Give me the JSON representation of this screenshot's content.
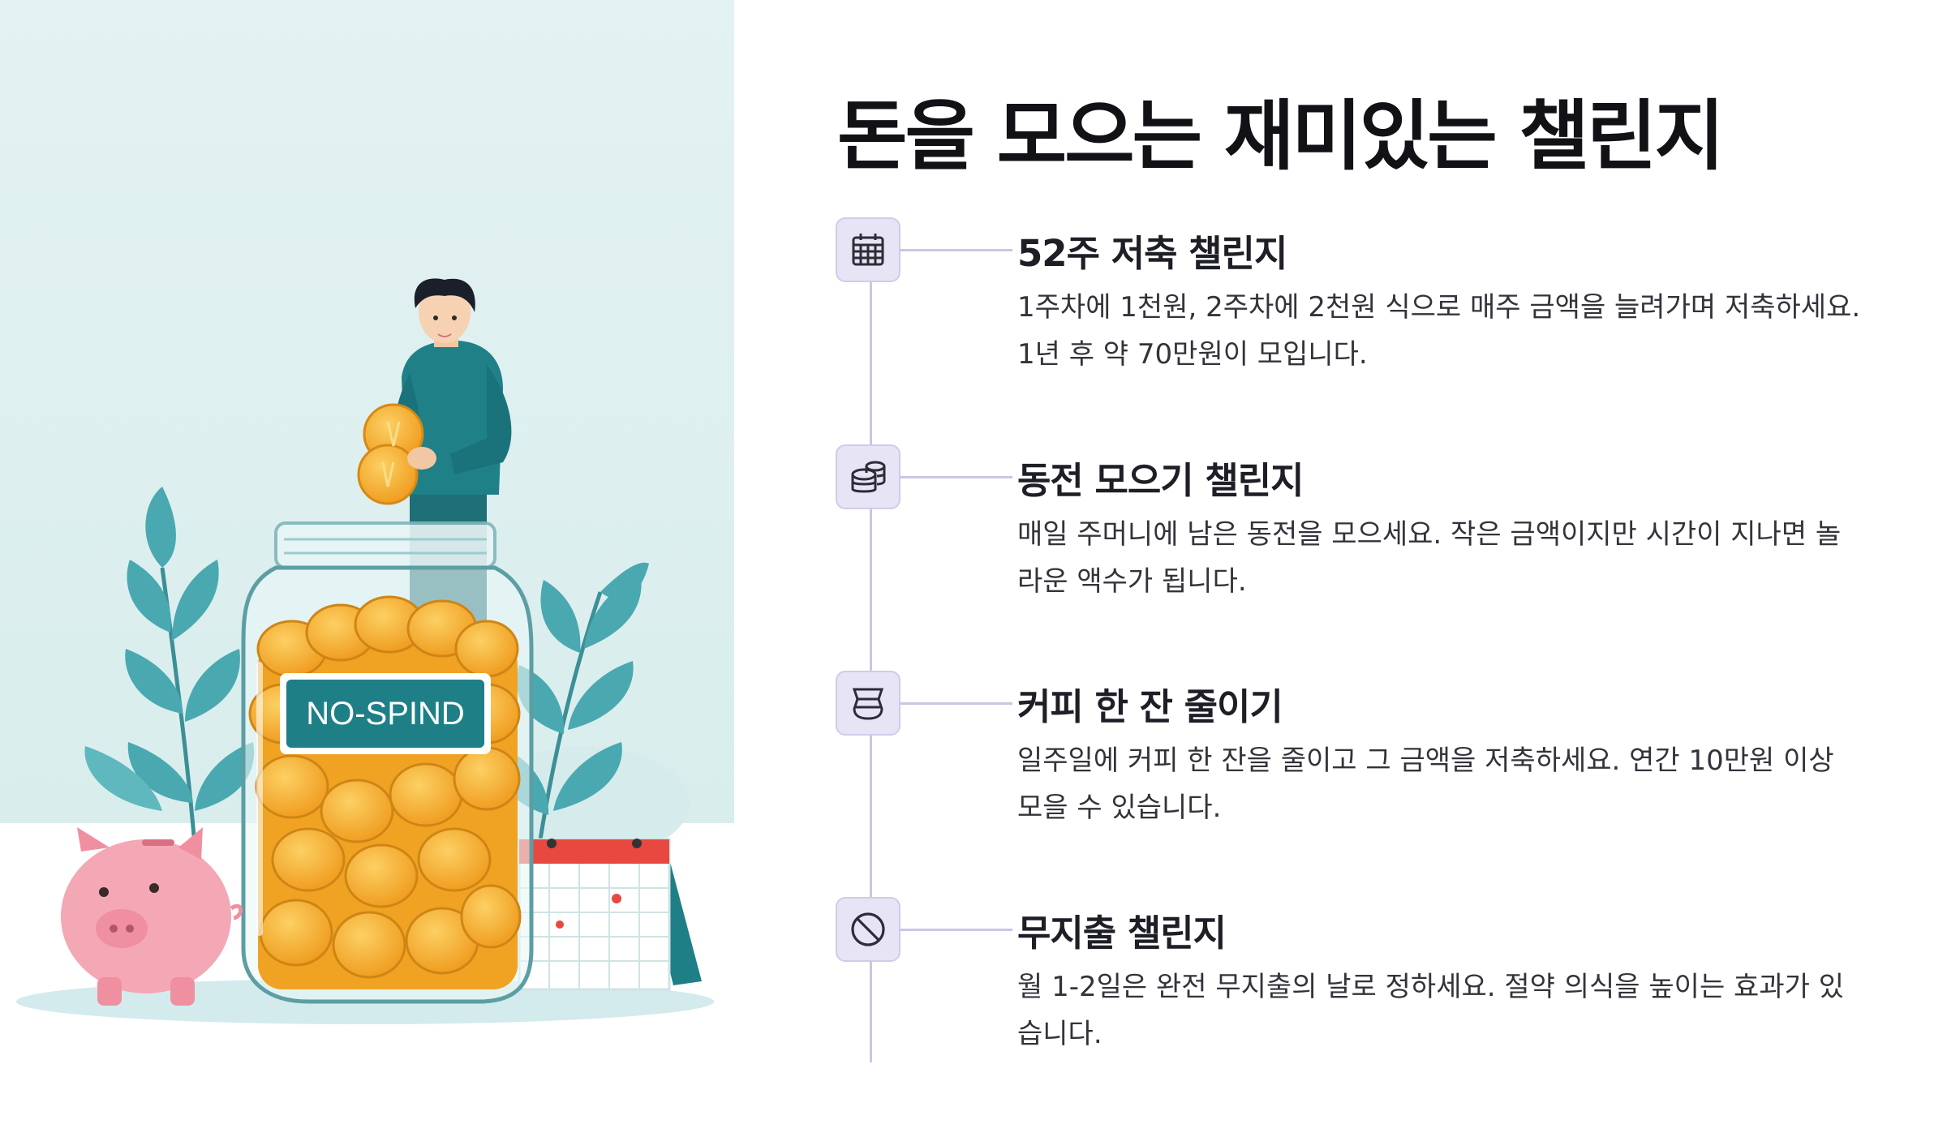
{
  "title": "돈을 모으는 재미있는 챌린지",
  "illustration": {
    "jar_label": "NO-SPIND",
    "icons": [
      "man-figure",
      "piggy-bank",
      "coin-jar",
      "desk-calendar",
      "leaf-plant"
    ]
  },
  "challenges": [
    {
      "icon": "calendar-icon",
      "title": "52주 저축 챌린지",
      "description": "1주차에 1천원, 2주차에 2천원 식으로 매주 금액을 늘려가며 저축하세요. 1년 후 약 70만원이 모입니다."
    },
    {
      "icon": "coins-icon",
      "title": "동전 모으기 챌린지",
      "description": "매일 주머니에 남은 동전을 모으세요. 작은 금액이지만 시간이 지나면 놀라운 액수가 됩니다."
    },
    {
      "icon": "cup-icon",
      "title": "커피 한 잔 줄이기",
      "description": "일주일에 커피 한 잔을 줄이고 그 금액을 저축하세요. 연간 10만원 이상 모을 수 있습니다."
    },
    {
      "icon": "prohibited-icon",
      "title": "무지출 챌린지",
      "description": "월 1-2일은 완전 무지출의 날로 정하세요. 절약 의식을 높이는 효과가 있습니다."
    }
  ],
  "colors": {
    "background_top": "#dcefef",
    "accent_teal": "#1f8088",
    "coin": "#f2a624",
    "piggy": "#f4a7b4",
    "timeline": "#c9c7e3",
    "icon_bg": "#e6e4f5"
  }
}
